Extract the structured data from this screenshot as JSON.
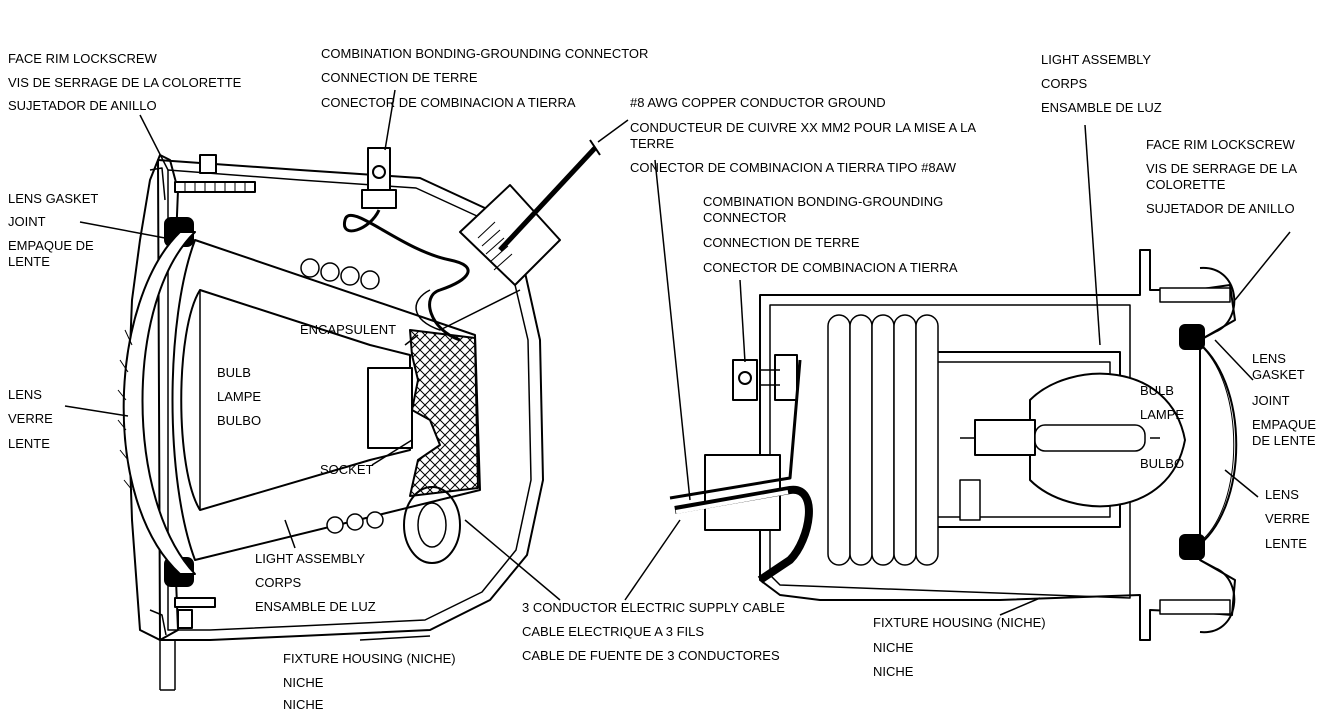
{
  "left_fixture": {
    "face_rim_lockscrew": [
      "FACE RIM LOCKSCREW",
      "VIS DE SERRAGE DE LA COLORETTE",
      "SUJETADOR DE ANILLO"
    ],
    "lens_gasket": [
      "LENS GASKET",
      "JOINT",
      "EMPAQUE DE LENTE"
    ],
    "lens": [
      "LENS",
      "VERRE",
      "LENTE"
    ],
    "bulb": [
      "BULB",
      "LAMPE",
      "BULBO"
    ],
    "encapsulent": "ENCAPSULENT",
    "socket": "SOCKET",
    "light_assembly": [
      "LIGHT ASSEMBLY",
      "CORPS",
      "ENSAMBLE DE LUZ"
    ],
    "fixture_housing": [
      "FIXTURE HOUSING (NICHE)",
      "NICHE",
      "NICHE"
    ],
    "bonding_connector": [
      "COMBINATION BONDING-GROUNDING CONNECTOR",
      "CONNECTION DE TERRE",
      "CONECTOR DE COMBINACION A TIERRA"
    ]
  },
  "center": {
    "ground_conductor": [
      "#8 AWG COPPER CONDUCTOR GROUND",
      "CONDUCTEUR DE CUIVRE XX MM2 POUR LA MISE A LA TERRE",
      "CONECTOR DE COMBINACION A TIERRA TIPO #8AW"
    ],
    "supply_cable": [
      "3 CONDUCTOR ELECTRIC SUPPLY CABLE",
      "CABLE ELECTRIQUE A 3 FILS",
      "CABLE DE FUENTE DE 3 CONDUCTORES"
    ]
  },
  "right_fixture": {
    "bonding_connector": [
      "COMBINATION BONDING-GROUNDING CONNECTOR",
      "CONNECTION DE TERRE",
      "CONECTOR DE COMBINACION A TIERRA"
    ],
    "light_assembly": [
      "LIGHT ASSEMBLY",
      "CORPS",
      "ENSAMBLE DE LUZ"
    ],
    "face_rim_lockscrew": [
      "FACE RIM LOCKSCREW",
      "VIS DE SERRAGE DE LA COLORETTE",
      "SUJETADOR DE ANILLO"
    ],
    "lens_gasket": [
      "LENS GASKET",
      "JOINT",
      "EMPAQUE DE LENTE"
    ],
    "bulb": [
      "BULB",
      "LAMPE",
      "BULBO"
    ],
    "lens": [
      "LENS",
      "VERRE",
      "LENTE"
    ],
    "fixture_housing": [
      "FIXTURE HOUSING (NICHE)",
      "NICHE",
      "NICHE"
    ]
  }
}
